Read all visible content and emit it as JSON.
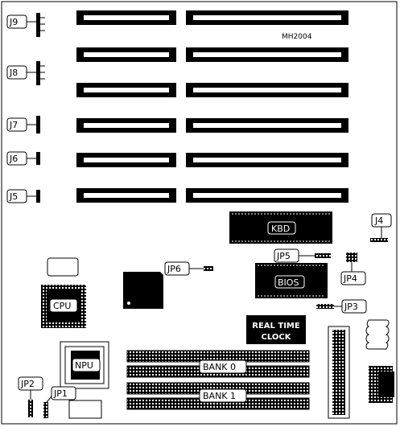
{
  "board_id": "MH2004",
  "jumpers": {
    "j9": "J9",
    "j8": "J8",
    "j7": "J7",
    "j6": "J6",
    "j5": "J5",
    "j4": "J4",
    "jp1": "JP1",
    "jp2": "JP2",
    "jp3": "JP3",
    "jp4": "JP4",
    "jp5": "JP5",
    "jp6": "JP6"
  },
  "chips": {
    "kbd": "KBD",
    "bios": "BIOS",
    "cpu": "CPU",
    "npu": "NPU",
    "rtc_line1": "REAL TIME",
    "rtc_line2": "CLOCK"
  },
  "memory": {
    "bank0": "BANK 0",
    "bank1": "BANK 1"
  }
}
